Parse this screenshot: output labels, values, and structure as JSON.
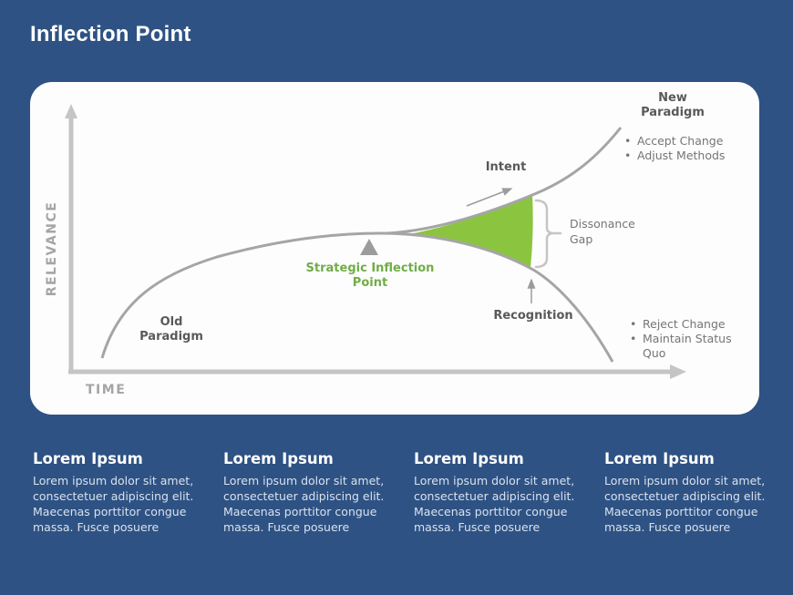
{
  "title": "Inflection Point",
  "diagram": {
    "x_axis_label": "TIME",
    "y_axis_label": "RELEVANCE",
    "old_paradigm_label": "Old\nParadigm",
    "new_paradigm_label": "New\nParadigm",
    "intent_label": "Intent",
    "recognition_label": "Recognition",
    "strategic_inflection_label": "Strategic Inflection\nPoint",
    "dissonance_gap_label": "Dissonance\nGap",
    "new_paradigm_bullets": [
      "Accept Change",
      "Adjust Methods"
    ],
    "old_paradigm_bullets": [
      "Reject Change",
      "Maintain Status Quo"
    ]
  },
  "columns": [
    {
      "heading": "Lorem Ipsum",
      "body": "Lorem ipsum dolor sit amet, consectetuer adipiscing elit. Maecenas porttitor congue massa. Fusce posuere"
    },
    {
      "heading": "Lorem Ipsum",
      "body": "Lorem ipsum dolor sit amet, consectetuer adipiscing elit. Maecenas porttitor congue massa. Fusce posuere"
    },
    {
      "heading": "Lorem Ipsum",
      "body": "Lorem ipsum dolor sit amet, consectetuer adipiscing elit. Maecenas porttitor congue massa. Fusce posuere"
    },
    {
      "heading": "Lorem Ipsum",
      "body": "Lorem ipsum dolor sit amet, consectetuer adipiscing elit. Maecenas porttitor congue massa. Fusce posuere"
    }
  ],
  "colors": {
    "background_blue": "#2e5283",
    "card_white": "#fdfdfd",
    "accent_green": "#8bc53f",
    "green_text": "#70ad47",
    "curve_gray": "#a5a5a5",
    "axis_gray": "#c5c5c5",
    "marker_gray": "#9c9c9c",
    "label_dark_gray": "#595959",
    "label_gray": "#757575",
    "body_text": "#d9e2ee"
  }
}
